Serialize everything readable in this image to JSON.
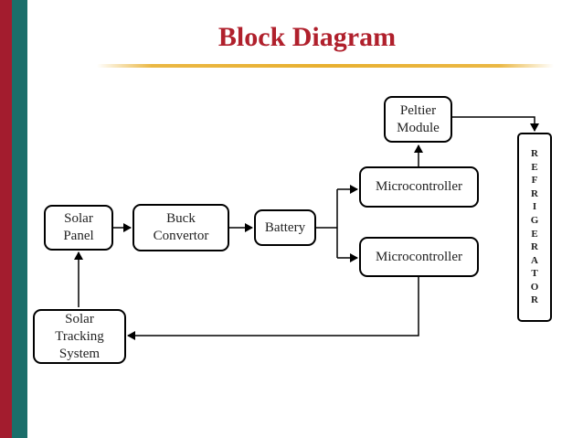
{
  "title": "Block Diagram",
  "colors": {
    "title": "#b0202c",
    "left_bar_red": "#a31c2e",
    "left_bar_teal": "#1b6e6a",
    "underline": "#e8b030",
    "box_border": "#000000"
  },
  "blocks": {
    "solar_panel": "Solar\nPanel",
    "buck_convertor": "Buck\nConvertor",
    "battery": "Battery",
    "microcontroller_top": "Microcontroller",
    "microcontroller_bottom": "Microcontroller",
    "peltier_module": "Peltier\nModule",
    "solar_tracking_system": "Solar\nTracking\nSystem",
    "refrigerator": "R\nE\nF\nR\nI\nG\nE\nR\nA\nT\nO\nR"
  }
}
